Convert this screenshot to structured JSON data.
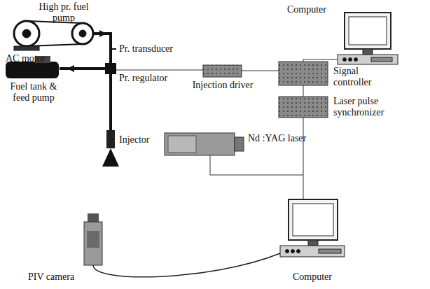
{
  "diagram": {
    "labels": [
      "High pr. fuel pump",
      "AC motor",
      "Pr. transducer",
      "Fuel tank & feed pump",
      "Pr. regulator",
      "Injector",
      "Injection driver",
      "Computer",
      "Signal controller",
      "Laser pulse synchronizer",
      "Nd :YAG laser",
      "PIV camera",
      "Computer"
    ]
  }
}
